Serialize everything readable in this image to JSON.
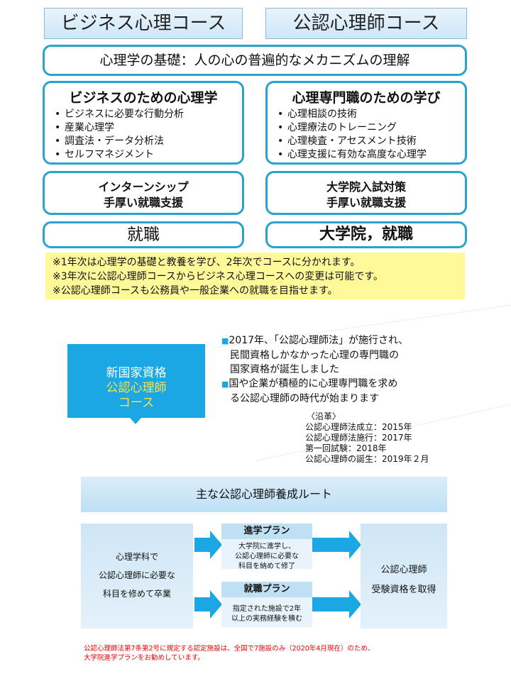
{
  "courses": {
    "business": "ビジネス心理コース",
    "counselor": "公認心理師コース"
  },
  "basics": "心理学の基礎：人の心の普遍的なメカニズムの理解",
  "business_col": {
    "title": "ビジネスのための心理学",
    "items": [
      "ビジネスに必要な行動分析",
      "産業心理学",
      "調査法・データ分析法",
      "セルフマネジメント"
    ],
    "support_line1": "インターンシップ",
    "support_line2": "手厚い就職支援",
    "outcome": "就職"
  },
  "counselor_col": {
    "title": "心理専門職のための学び",
    "items": [
      "心理相談の技術",
      "心理療法のトレーニング",
      "心理検査・アセスメント技術",
      "心理支援に有効な高度な心理学"
    ],
    "support_line1": "大学院入試対策",
    "support_line2": "手厚い就職支援",
    "outcome": "大学院，就職"
  },
  "notes": [
    "※1年次は心理学の基礎と教養を学び、2年次でコースに分かれます。",
    "※3年次に公認心理師コースからビジネス心理コースへの変更は可能です。",
    "※公認心理師コースも公務員や一般企業への就職を目指せます。"
  ],
  "badge": {
    "line1": "新国家資格",
    "line2": "公認心理師",
    "line3": "コース"
  },
  "bullets": [
    {
      "l1": "2017年、「公認心理師法」が施行され、",
      "l2": "民間資格しかなかった心理の専門職の",
      "l3": "国家資格が誕生しました"
    },
    {
      "l1": "国や企業が積極的に心理専門職を求め",
      "l2": "る公認心理師の時代が始まります",
      "l3": ""
    }
  ],
  "history": {
    "title": "〈沿革〉",
    "items": [
      "公認心理師法成立：2015年",
      "公認心理師法施行：2017年",
      "第一回試験：2018年",
      "公認心理師の誕生：2019年２月"
    ]
  },
  "route": {
    "title": "主な公認心理師養成ルート",
    "left_l1": "心理学科で",
    "left_l2": "公認心理師に必要な",
    "left_l3": "科目を修めて卒業",
    "plan1_title": "進学プラン",
    "plan1_body": [
      "大学院に進学し、",
      "公認心理師に必要な",
      "科目を納めて修了"
    ],
    "plan2_title": "就職プラン",
    "plan2_body": [
      "指定された施設で2年",
      "以上の実務経験を積む"
    ],
    "right_l1": "公認心理師",
    "right_l2": "受験資格を取得"
  },
  "footnote": [
    "公認心理師法第7条第2号に規定する認定施設は、全国で7施設のみ（2020年4月現在）のため、",
    "大学院進学プランをお勧めしています。"
  ],
  "colors": {
    "accent": "#1aa7e3",
    "border": "#2aa3cc",
    "note_bg": "#fff99a",
    "arrow": "#1aa7e3",
    "footnote": "#e00000"
  }
}
